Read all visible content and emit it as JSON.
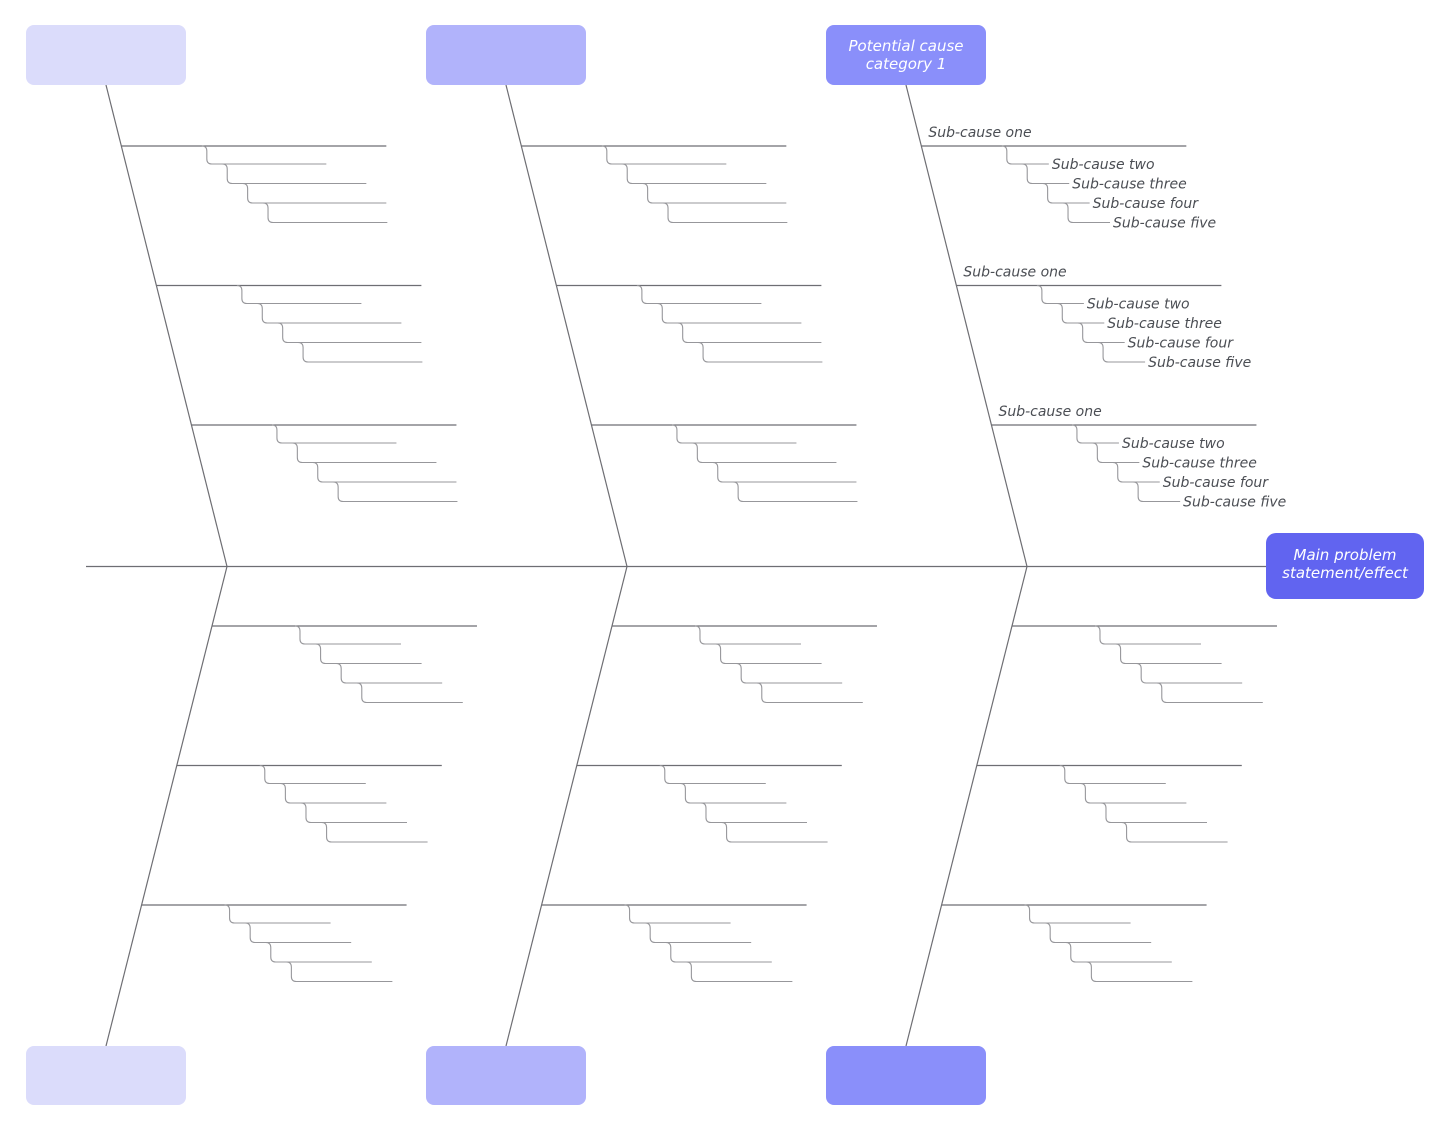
{
  "colors": {
    "background": "#ffffff",
    "bone_line": "#6e6e73",
    "connector_line": "#97979b",
    "sub_cause_text": "#4b4e54",
    "box_text": "#ffffff",
    "main_box_fill": "#6164f0"
  },
  "main_box": {
    "lines": [
      "Main problem",
      "statement/effect"
    ]
  },
  "categories": [
    {
      "id": "top-left",
      "side": "top",
      "col": 0,
      "box_color": "#dbdcfb",
      "box_label_lines": [],
      "ribs": [
        [],
        [],
        []
      ]
    },
    {
      "id": "top-middle",
      "side": "top",
      "col": 1,
      "box_color": "#b1b3fb",
      "box_label_lines": [],
      "ribs": [
        [],
        [],
        []
      ]
    },
    {
      "id": "top-right",
      "side": "top",
      "col": 2,
      "box_color": "#8a8ffa",
      "box_label_lines": [
        "Potential cause",
        "category 1"
      ],
      "ribs": [
        [
          "Sub-cause one",
          "Sub-cause two",
          "Sub-cause three",
          "Sub-cause four",
          "Sub-cause five"
        ],
        [
          "Sub-cause one",
          "Sub-cause two",
          "Sub-cause three",
          "Sub-cause four",
          "Sub-cause five"
        ],
        [
          "Sub-cause one",
          "Sub-cause two",
          "Sub-cause three",
          "Sub-cause four",
          "Sub-cause five"
        ]
      ]
    },
    {
      "id": "bottom-left",
      "side": "bottom",
      "col": 0,
      "box_color": "#dbdcfb",
      "box_label_lines": [],
      "ribs": [
        [],
        [],
        []
      ]
    },
    {
      "id": "bottom-middle",
      "side": "bottom",
      "col": 1,
      "box_color": "#b1b3fb",
      "box_label_lines": [],
      "ribs": [
        [],
        [],
        []
      ]
    },
    {
      "id": "bottom-right",
      "side": "bottom",
      "col": 2,
      "box_color": "#8a8ffa",
      "box_label_lines": [],
      "ribs": [
        [],
        [],
        []
      ]
    }
  ]
}
